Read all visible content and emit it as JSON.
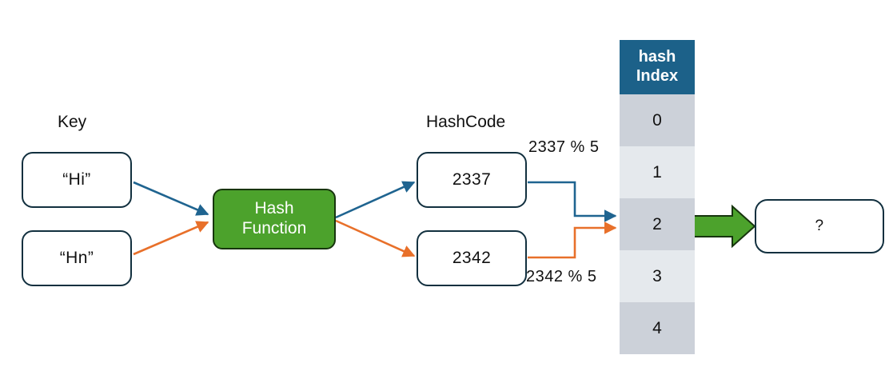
{
  "diagram": {
    "title_labels": {
      "key": "Key",
      "hashcode": "HashCode"
    },
    "keys": [
      {
        "label": "“Hi”",
        "name": "key-box-hi"
      },
      {
        "label": "“Hn”",
        "name": "key-box-hn"
      }
    ],
    "hash_function": {
      "line1": "Hash",
      "line2": "Function",
      "fill": "#4CA22C"
    },
    "hashcodes": [
      {
        "label": "2337",
        "name": "hashcode-box-2337"
      },
      {
        "label": "2342",
        "name": "hashcode-box-2342"
      }
    ],
    "mod_labels": [
      {
        "text": "2337 % 5"
      },
      {
        "text": "2342 % 5"
      }
    ],
    "hash_table": {
      "header_line1": "hash",
      "header_line2": "Index",
      "header_fill": "#1C6189",
      "rows": [
        {
          "index": "0",
          "shade": "dark"
        },
        {
          "index": "1",
          "shade": "light"
        },
        {
          "index": "2",
          "shade": "dark"
        },
        {
          "index": "3",
          "shade": "light"
        },
        {
          "index": "4",
          "shade": "dark"
        }
      ]
    },
    "result": {
      "label": "?"
    },
    "colors": {
      "blue_arrow": "#1F6490",
      "orange_arrow": "#E8702A",
      "green_arrow": "#4CA22C",
      "green_arrow_border": "#17350E",
      "box_border": "#12303F",
      "row_dark": "#CCD1D9",
      "row_light": "#E5E9ED"
    }
  }
}
